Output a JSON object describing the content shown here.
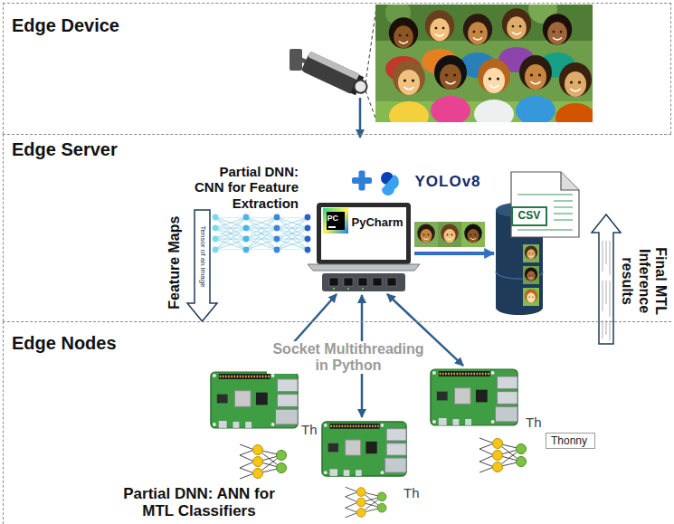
{
  "diagram": {
    "nodes": [
      {
        "text": [
          "Edge Device"
        ]
      },
      {
        "text": [
          "Edge Server"
        ]
      },
      {
        "text": [
          "Edge Nodes"
        ]
      },
      {
        "text": [
          "Thonny"
        ],
        "in": 2
      }
    ],
    "labels": [
      "Partial DNN: CNN for Feature Extraction",
      "YOLOv8",
      "PC",
      "PyCharm",
      "CSV",
      "Feature Maps",
      "Tensor of an image",
      "Final MTL Inference results",
      "Socket Multithreading in Python",
      "Th",
      "Th",
      "Th",
      "Partial DNN: ANN for MTL Classifiers"
    ]
  }
}
